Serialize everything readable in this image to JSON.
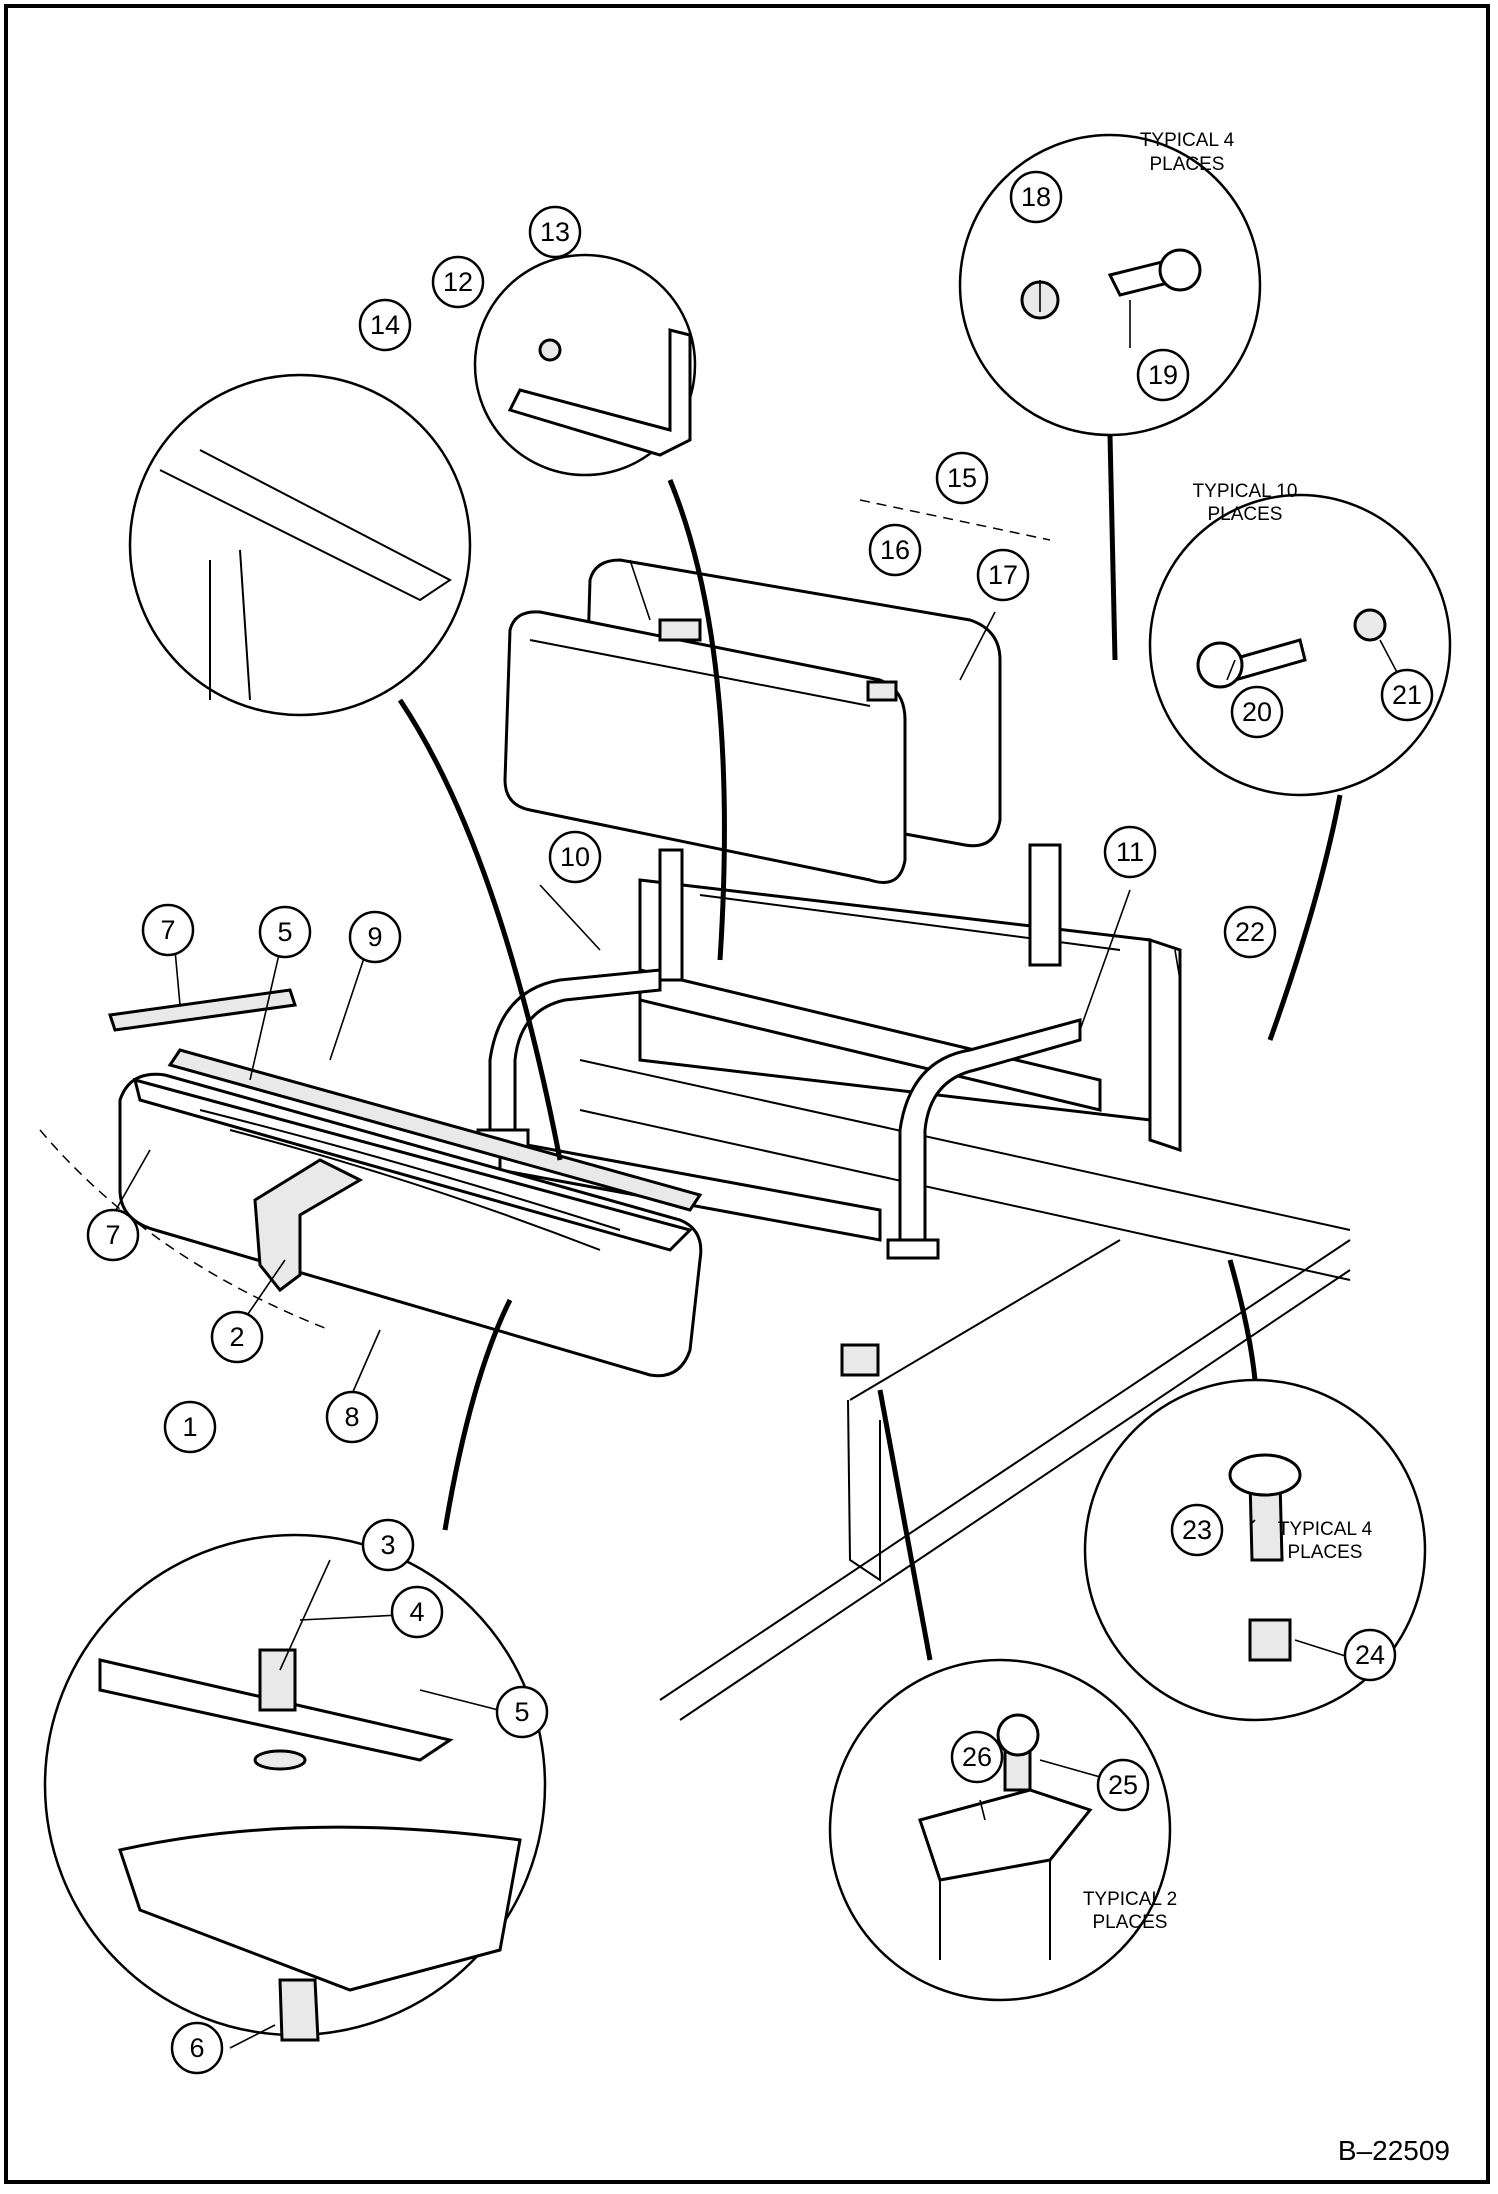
{
  "figure_id": "B–22509",
  "notes": {
    "typical_4_top_line1": "TYPICAL 4",
    "typical_4_top_line2": "PLACES",
    "typical_10_line1": "TYPICAL 10",
    "typical_10_line2": "PLACES",
    "typical_4_right_line1": "TYPICAL 4",
    "typical_4_right_line2": "PLACES",
    "typical_2_line1": "TYPICAL 2",
    "typical_2_line2": "PLACES"
  },
  "callouts": [
    "1",
    "2",
    "3",
    "4",
    "5",
    "5",
    "6",
    "7",
    "7",
    "8",
    "9",
    "10",
    "11",
    "12",
    "13",
    "14",
    "15",
    "16",
    "17",
    "18",
    "19",
    "20",
    "21",
    "22",
    "23",
    "24",
    "25",
    "26"
  ],
  "colors": {
    "line": "#000000",
    "background": "#ffffff",
    "fill": "#e9e9e9"
  }
}
